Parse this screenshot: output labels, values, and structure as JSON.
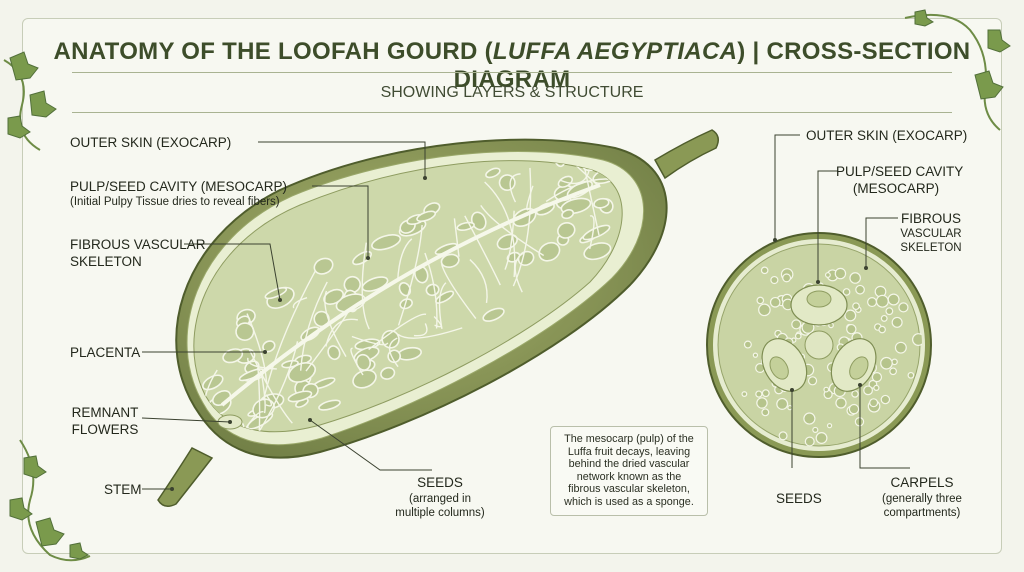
{
  "title": {
    "prefix": "ANATOMY OF THE LOOFAH GOURD (",
    "italic": "LUFFA AEGYPTIACA",
    "suffix": ") | CROSS-SECTION DIAGRAM"
  },
  "subtitle": "SHOWING LAYERS & STRUCTURE",
  "longitudinal": {
    "outer_skin": "OUTER SKIN (EXOCARP)",
    "pulp_title": "PULP/SEED CAVITY (MESOCARP)",
    "pulp_note": "(Initial Pulpy Tissue dries to reveal fibers)",
    "fibrous_1": "FIBROUS VASCULAR",
    "fibrous_2": "SKELETON",
    "placenta": "PLACENTA",
    "remnant_1": "REMNANT",
    "remnant_2": "FLOWERS",
    "stem": "STEM",
    "seeds": "SEEDS",
    "seeds_note_1": "(arranged in",
    "seeds_note_2": "multiple columns)"
  },
  "note": {
    "lines": [
      "The mesocarp (pulp) of the",
      "Luffa fruit decays, leaving",
      "behind the dried vascular",
      "network known as the",
      "fibrous vascular skeleton,",
      "which is used as a sponge."
    ]
  },
  "cross": {
    "outer_skin": "OUTER SKIN (EXOCARP)",
    "pulp_1": "PULP/SEED CAVITY",
    "pulp_2": "(MESOCARP)",
    "fibrous_1": "FIBROUS",
    "fibrous_2": "VASCULAR",
    "fibrous_3": "SKELETON",
    "seeds": "SEEDS",
    "carpels": "CARPELS",
    "carpels_note_1": "(generally three",
    "carpels_note_2": "compartments)"
  },
  "colors": {
    "skin": "#8f9c5a",
    "skin_dark": "#6f7d44",
    "rind": "#e9efd2",
    "flesh": "#d2dcb2",
    "fiber": "#f4f6e8",
    "title": "#3d4d2a",
    "leaf": "#6f9045"
  }
}
